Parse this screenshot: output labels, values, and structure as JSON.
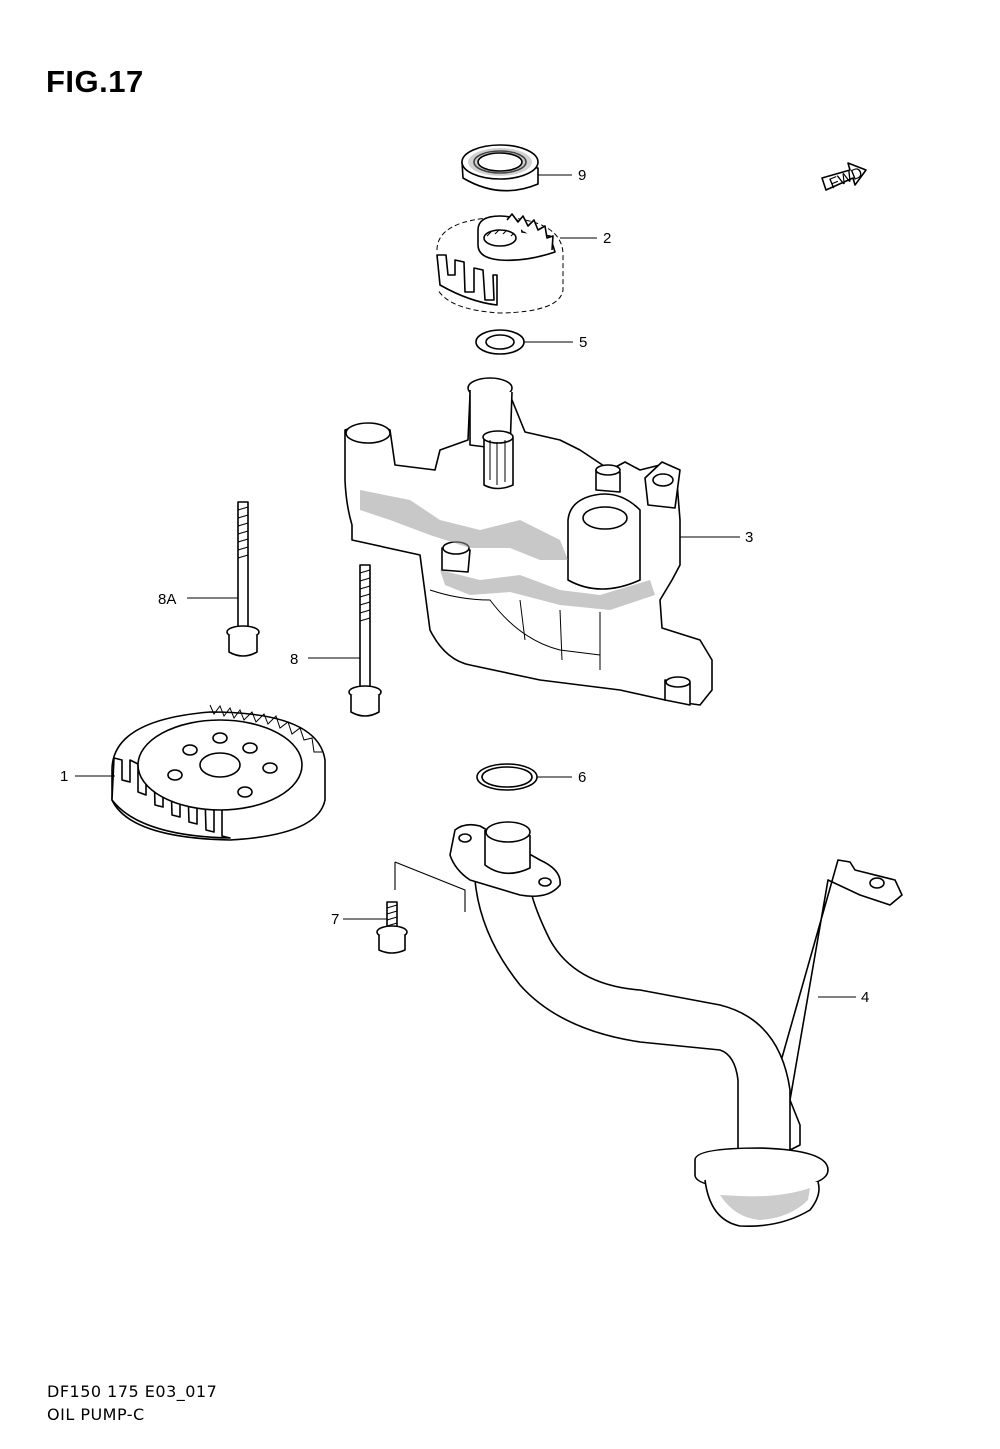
{
  "figure": {
    "title": "FIG.17",
    "footer_code": "DF150 175 E03_017",
    "footer_name": "OIL PUMP-C",
    "fwd_label": "FWD"
  },
  "callouts": [
    {
      "id": "9",
      "text": "9"
    },
    {
      "id": "2",
      "text": "2"
    },
    {
      "id": "5",
      "text": "5"
    },
    {
      "id": "3",
      "text": "3"
    },
    {
      "id": "8A",
      "text": "8A"
    },
    {
      "id": "8",
      "text": "8"
    },
    {
      "id": "1",
      "text": "1"
    },
    {
      "id": "6",
      "text": "6"
    },
    {
      "id": "7",
      "text": "7"
    },
    {
      "id": "4",
      "text": "4"
    }
  ]
}
